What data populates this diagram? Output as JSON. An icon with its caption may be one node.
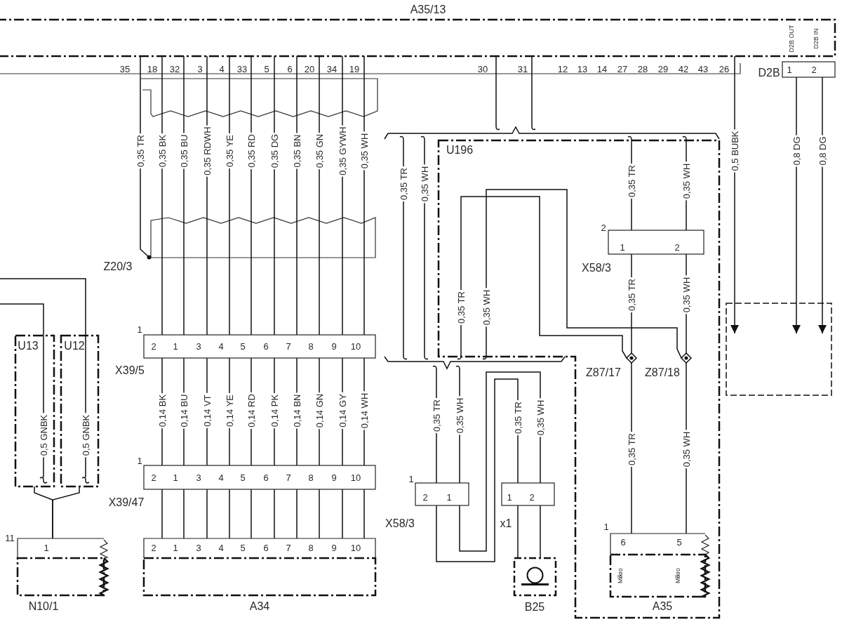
{
  "diagram": {
    "nodes": [
      {
        "text": [
          "A35/13",
          "D2B OUT",
          "D2B IN"
        ]
      },
      {
        "text": [
          "D2B",
          "1",
          "2"
        ]
      },
      {
        "text": [
          "Z20/3"
        ]
      },
      {
        "text": [
          "X39/5",
          "1",
          "2",
          "1",
          "3",
          "4",
          "5",
          "6",
          "7",
          "8",
          "9",
          "10"
        ]
      },
      {
        "text": [
          "X39/47",
          "1",
          "2",
          "1",
          "3",
          "4",
          "5",
          "6",
          "7",
          "8",
          "9",
          "10"
        ]
      },
      {
        "text": [
          "2",
          "1",
          "3",
          "4",
          "5",
          "6",
          "7",
          "8",
          "9",
          "10",
          "A34"
        ]
      },
      {
        "text": [
          "U13"
        ]
      },
      {
        "text": [
          "U12"
        ]
      },
      {
        "text": [
          "11",
          "1",
          "N10/1"
        ]
      },
      {
        "text": [
          "U196"
        ]
      },
      {
        "text": [
          "2",
          "1",
          "2",
          "X58/3"
        ],
        "in": 9
      },
      {
        "text": [
          "Z87/17"
        ],
        "in": 9
      },
      {
        "text": [
          "Z87/18"
        ],
        "in": 9
      },
      {
        "text": [
          "1",
          "2",
          "1",
          "X58/3"
        ]
      },
      {
        "text": [
          "1",
          "2",
          "x1"
        ]
      },
      {
        "text": [
          "B25"
        ]
      },
      {
        "text": [
          "1",
          "6",
          "5",
          "Mikro",
          "Mikro",
          "A35"
        ],
        "in": 9
      },
      {
        "text": [],
        "shape": "box"
      },
      {
        "text": [],
        "shape": "brace"
      },
      {
        "text": [],
        "shape": "brace"
      }
    ],
    "edges": [
      {
        "from": 0,
        "to": 2,
        "arrow": "none",
        "label": "0,35 TR"
      },
      {
        "from": 0,
        "to": 3,
        "arrow": "none",
        "label": "0,35 BK"
      },
      {
        "from": 0,
        "to": 3,
        "arrow": "none",
        "label": "0,35 BU"
      },
      {
        "from": 0,
        "to": 3,
        "arrow": "none",
        "label": "0,35 RDWH"
      },
      {
        "from": 0,
        "to": 3,
        "arrow": "none",
        "label": "0,35 YE"
      },
      {
        "from": 0,
        "to": 3,
        "arrow": "none",
        "label": "0,35 RD"
      },
      {
        "from": 0,
        "to": 3,
        "arrow": "none",
        "label": "0,35 DG"
      },
      {
        "from": 0,
        "to": 3,
        "arrow": "none",
        "label": "0,35 BN"
      },
      {
        "from": 0,
        "to": 3,
        "arrow": "none",
        "label": "0,35 GN"
      },
      {
        "from": 0,
        "to": 3,
        "arrow": "none",
        "label": "0,35 GYWH"
      },
      {
        "from": 0,
        "to": 3,
        "arrow": "none",
        "label": "0,35 WH"
      },
      {
        "from": 3,
        "to": 4,
        "arrow": "none",
        "label": "0,14 BK"
      },
      {
        "from": 3,
        "to": 4,
        "arrow": "none",
        "label": "0,14 BU"
      },
      {
        "from": 3,
        "to": 4,
        "arrow": "none",
        "label": "0,14 VT"
      },
      {
        "from": 3,
        "to": 4,
        "arrow": "none",
        "label": "0,14 YE"
      },
      {
        "from": 3,
        "to": 4,
        "arrow": "none",
        "label": "0,14 RD"
      },
      {
        "from": 3,
        "to": 4,
        "arrow": "none",
        "label": "0,14 PK"
      },
      {
        "from": 3,
        "to": 4,
        "arrow": "none",
        "label": "0,14 BN"
      },
      {
        "from": 3,
        "to": 4,
        "arrow": "none",
        "label": "0,14 GN"
      },
      {
        "from": 3,
        "to": 4,
        "arrow": "none",
        "label": "0,14 GY"
      },
      {
        "from": 3,
        "to": 4,
        "arrow": "none",
        "label": "0,14 WH"
      },
      {
        "from": 4,
        "to": 5,
        "arrow": "none"
      },
      {
        "from": 4,
        "to": 5,
        "arrow": "none"
      },
      {
        "from": 4,
        "to": 5,
        "arrow": "none"
      },
      {
        "from": 4,
        "to": 5,
        "arrow": "none"
      },
      {
        "from": 4,
        "to": 5,
        "arrow": "none"
      },
      {
        "from": 4,
        "to": 5,
        "arrow": "none"
      },
      {
        "from": 4,
        "to": 5,
        "arrow": "none"
      },
      {
        "from": 4,
        "to": 5,
        "arrow": "none"
      },
      {
        "from": 4,
        "to": 5,
        "arrow": "none"
      },
      {
        "from": 4,
        "to": 5,
        "arrow": "none"
      },
      {
        "from": null,
        "to": 6,
        "arrow": "none",
        "label": "0,5 GNBK"
      },
      {
        "from": null,
        "to": 7,
        "arrow": "none",
        "label": "0,5 GNBK"
      },
      {
        "from": 6,
        "to": 8,
        "arrow": "none"
      },
      {
        "from": 7,
        "to": 8,
        "arrow": "none"
      },
      {
        "from": 0,
        "to": 18,
        "arrow": "none"
      },
      {
        "from": 0,
        "to": 18,
        "arrow": "none"
      },
      {
        "from": 18,
        "to": 10,
        "arrow": "none",
        "label": "0,35 TR"
      },
      {
        "from": 18,
        "to": 10,
        "arrow": "none",
        "label": "0,35 WH"
      },
      {
        "from": 10,
        "to": 11,
        "arrow": "none",
        "label": "0,35 TR"
      },
      {
        "from": 10,
        "to": 12,
        "arrow": "none",
        "label": "0,35 WH"
      },
      {
        "from": 11,
        "to": 16,
        "arrow": "none",
        "label": "0,35 TR"
      },
      {
        "from": 12,
        "to": 16,
        "arrow": "none",
        "label": "0,35 WH"
      },
      {
        "from": 19,
        "to": 11,
        "arrow": "none",
        "label": "0,35 TR"
      },
      {
        "from": 19,
        "to": 12,
        "arrow": "none",
        "label": "0,35 WH"
      },
      {
        "from": 19,
        "to": 13,
        "arrow": "none",
        "label": "0,35 TR"
      },
      {
        "from": 19,
        "to": 13,
        "arrow": "none",
        "label": "0,35 WH"
      },
      {
        "from": 13,
        "to": 14,
        "arrow": "none",
        "label": "0,35 TR"
      },
      {
        "from": 13,
        "to": 14,
        "arrow": "none",
        "label": "0,35 WH"
      },
      {
        "from": 14,
        "to": 15,
        "arrow": "none"
      },
      {
        "from": 14,
        "to": 15,
        "arrow": "none"
      },
      {
        "from": 0,
        "to": 17,
        "arrow": "to",
        "label": "0,5 BUBK"
      },
      {
        "from": 1,
        "to": 17,
        "arrow": "to",
        "label": "0,8 DG"
      },
      {
        "from": 1,
        "to": 17,
        "arrow": "to",
        "label": "0,8 DG"
      },
      {
        "from": 18,
        "to": 19,
        "arrow": "none",
        "label": "0,35 TR"
      },
      {
        "from": 18,
        "to": 19,
        "arrow": "none",
        "label": "0,35 WH"
      }
    ],
    "labels": [
      "35",
      "18",
      "32",
      "3",
      "4",
      "33",
      "5",
      "6",
      "20",
      "34",
      "19",
      "30",
      "31",
      "12",
      "13",
      "14",
      "27",
      "28",
      "29",
      "42",
      "43",
      "26"
    ]
  }
}
